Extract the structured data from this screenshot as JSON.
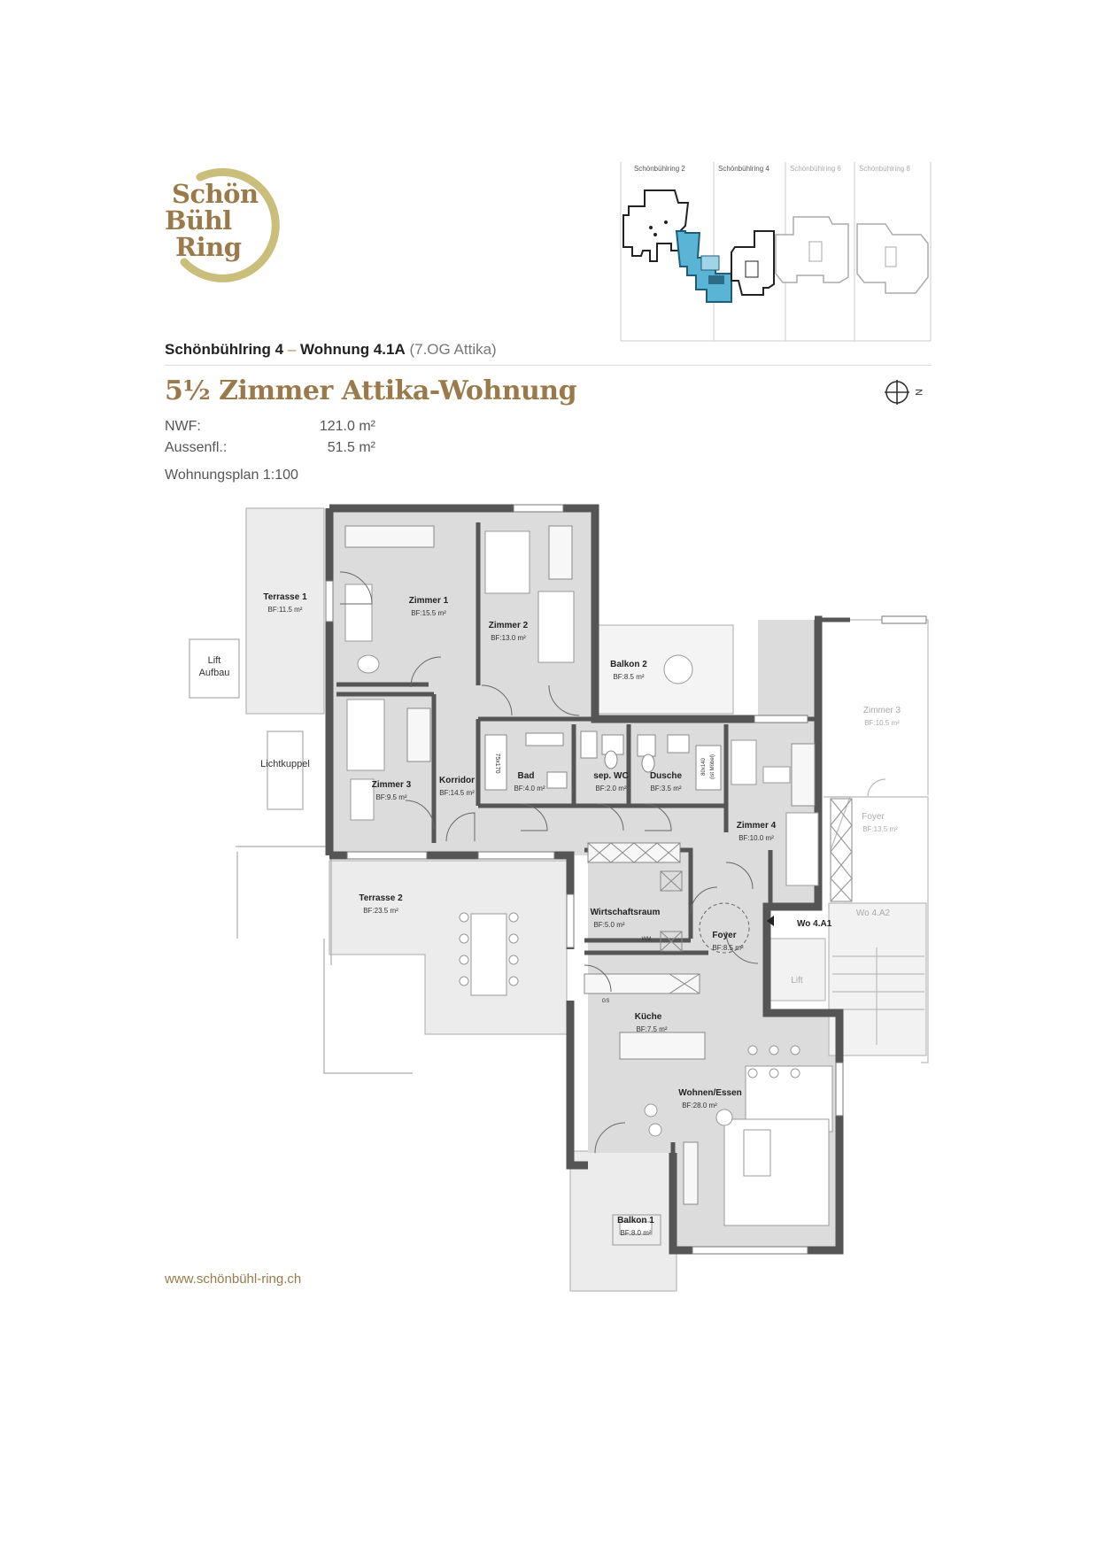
{
  "logo": {
    "lines": [
      "Schön",
      "Bühl",
      "Ring"
    ],
    "accent": "#9a7a4a",
    "ring_color": "#c9bf7a"
  },
  "siteplan": {
    "labels": [
      "Schönbühlring 2",
      "Schönbühlring 4",
      "Schönbühlring 6",
      "Schönbühlring 8"
    ],
    "highlight_color": "#5ab4d6"
  },
  "header": {
    "street": "Schönbühlring 4",
    "separator": "–",
    "unit": "Wohnung 4.1A",
    "floor": "(7.OG Attika)"
  },
  "title": "5½ Zimmer Attika-Wohnung",
  "north_label": "N",
  "specs": [
    {
      "label": "NWF:",
      "value": "121.0 m²"
    },
    {
      "label": "Aussenfl.:",
      "value": "51.5 m²"
    }
  ],
  "plan_scale": "Wohnungsplan 1:100",
  "rooms": {
    "terrasse1": {
      "name": "Terrasse 1",
      "area": "BF:11.5 m²"
    },
    "zimmer1": {
      "name": "Zimmer 1",
      "area": "BF:15.5 m²"
    },
    "zimmer2": {
      "name": "Zimmer 2",
      "area": "BF:13.0 m²"
    },
    "balkon2": {
      "name": "Balkon 2",
      "area": "BF:8.5 m²"
    },
    "zimmer3": {
      "name": "Zimmer 3",
      "area": "BF:9.5 m²"
    },
    "korridor": {
      "name": "Korridor",
      "area": "BF:14.5 m²"
    },
    "bad": {
      "name": "Bad",
      "area": "BF:4.0 m²"
    },
    "sepwc": {
      "name": "sep. WC",
      "area": "BF:2.0 m²"
    },
    "dusche": {
      "name": "Dusche",
      "area": "BF:3.5 m²"
    },
    "zimmer4": {
      "name": "Zimmer 4",
      "area": "BF:10.0 m²"
    },
    "terrasse2": {
      "name": "Terrasse 2",
      "area": "BF:23.5 m²"
    },
    "wirtschaftsraum": {
      "name": "Wirtschaftsraum",
      "area": "BF:5.0 m²"
    },
    "foyer": {
      "name": "Foyer",
      "area": "BF:8.5 m²"
    },
    "kueche": {
      "name": "Küche",
      "area": "BF:7.5 m²"
    },
    "wohnen": {
      "name": "Wohnen/Essen",
      "area": "BF:28.0 m²"
    },
    "balkon1": {
      "name": "Balkon 1",
      "area": "BF:8.0 m²"
    }
  },
  "neighbor": {
    "zimmer3": {
      "name": "Zimmer 3",
      "area": "BF:10.5 m²"
    },
    "foyer": {
      "name": "Foyer",
      "area": "BF:13.5 m²"
    },
    "wo": "Wo 4.A2",
    "lift": "Lift"
  },
  "annotations": {
    "lift_aufbau": [
      "Lift",
      "Aufbau"
    ],
    "lichtkuppel": "Lichtkuppel",
    "entrance": "Wo 4.A1",
    "tub": "75x170",
    "shower": "80x140",
    "shower2": "(ist Möbel)",
    "fridge": "WM",
    "dishwasher": "GS"
  },
  "footer": {
    "url": "www.schönbühl-ring.ch"
  },
  "colors": {
    "wall": "#555555",
    "floor": "#dcdcdc",
    "outdoor": "#ececec",
    "neighbor": "#999999"
  }
}
